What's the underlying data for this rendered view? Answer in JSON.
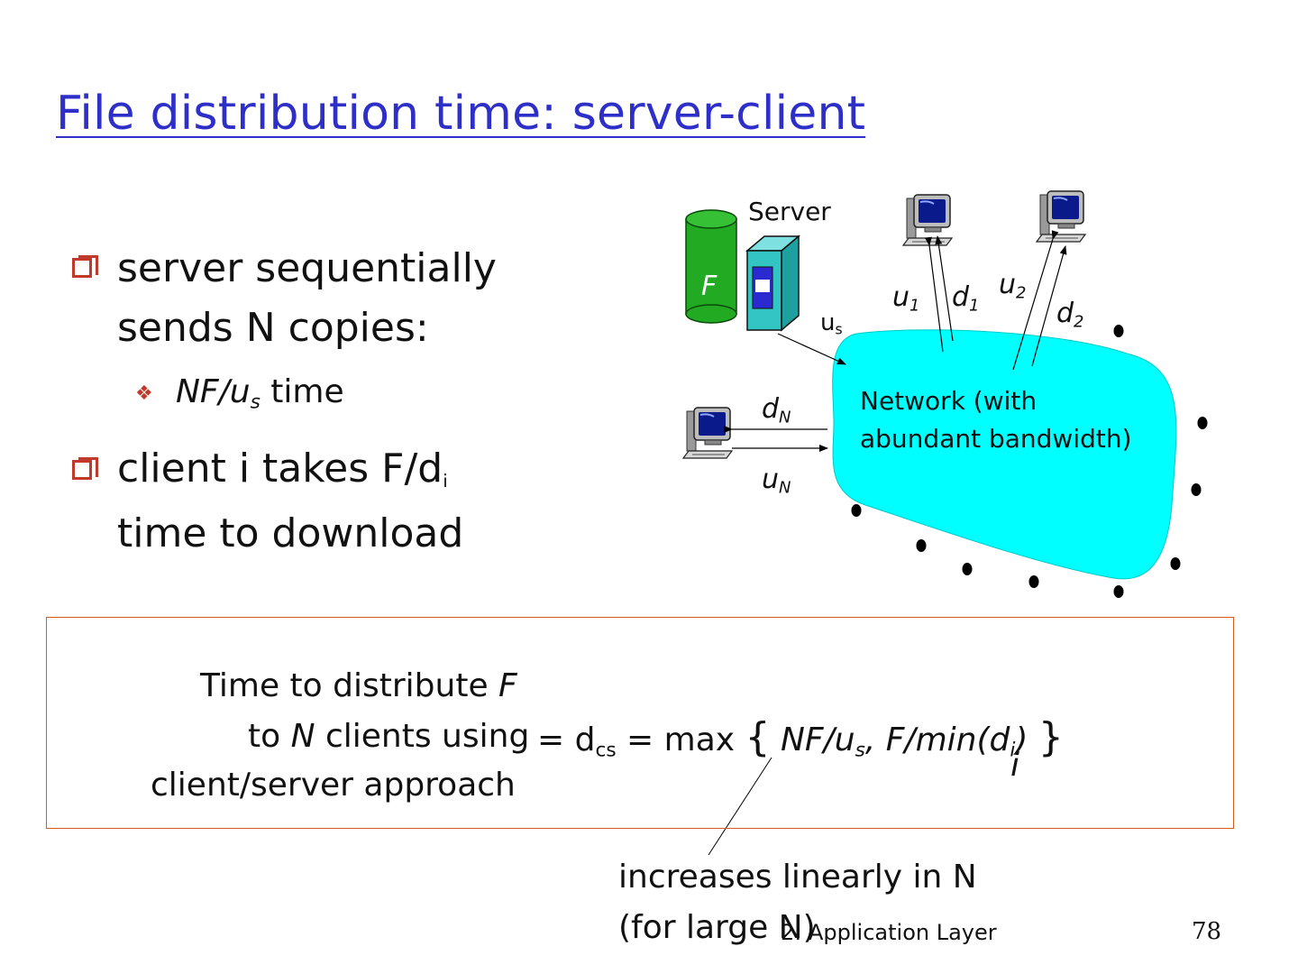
{
  "slide": {
    "title": "File distribution time: server-client",
    "bullets": [
      {
        "line1": "server sequentially",
        "line2": "sends N copies:"
      },
      {
        "line1_pre": "client i takes F/d",
        "line1_sub": "i",
        "line2": "time to download"
      }
    ],
    "sub_bullet": {
      "pre": "NF/u",
      "sub": "s",
      "post": " time"
    },
    "box": {
      "left_line1_pre": "Time to  distribute ",
      "left_line1_var": "F",
      "left_line2_pre": "to ",
      "left_line2_var": "N",
      "left_line2_post": " clients using",
      "left_line3": "client/server approach",
      "eq_prefix": "= d",
      "eq_sub": "cs",
      "eq_middle": " = max ",
      "brace_open": "{",
      "brace_close": "}",
      "term1_pre": "NF/u",
      "term1_sub": "s",
      "comma": ",",
      "term2_pre": "F/min(d",
      "term2_sub": "i",
      "term2_post": ")",
      "min_index": "i"
    },
    "annotation": {
      "line1": "increases linearly in N",
      "line2": "(for large N)"
    },
    "footer": "2: Application Layer",
    "page_number": "78"
  },
  "diagram": {
    "server_label": "Server",
    "file_label": "F",
    "us_label": "u",
    "us_sub": "s",
    "u1": "u",
    "u1_sub": "1",
    "d1": "d",
    "d1_sub": "1",
    "u2": "u",
    "u2_sub": "2",
    "d2": "d",
    "d2_sub": "2",
    "dN": "d",
    "dN_sub": "N",
    "uN": "u",
    "uN_sub": "N",
    "network_label_line1": "Network (with",
    "network_label_line2": "abundant bandwidth)",
    "colors": {
      "network": "#00ffff",
      "file_cylinder": "#22aa22",
      "server": "#33c4c4",
      "title": "#2e2ec8",
      "bullet": "#c0392b",
      "box_border": "#d45a1e"
    },
    "icons": [
      "file-cylinder-icon",
      "server-tower-icon",
      "computer-icon"
    ]
  }
}
